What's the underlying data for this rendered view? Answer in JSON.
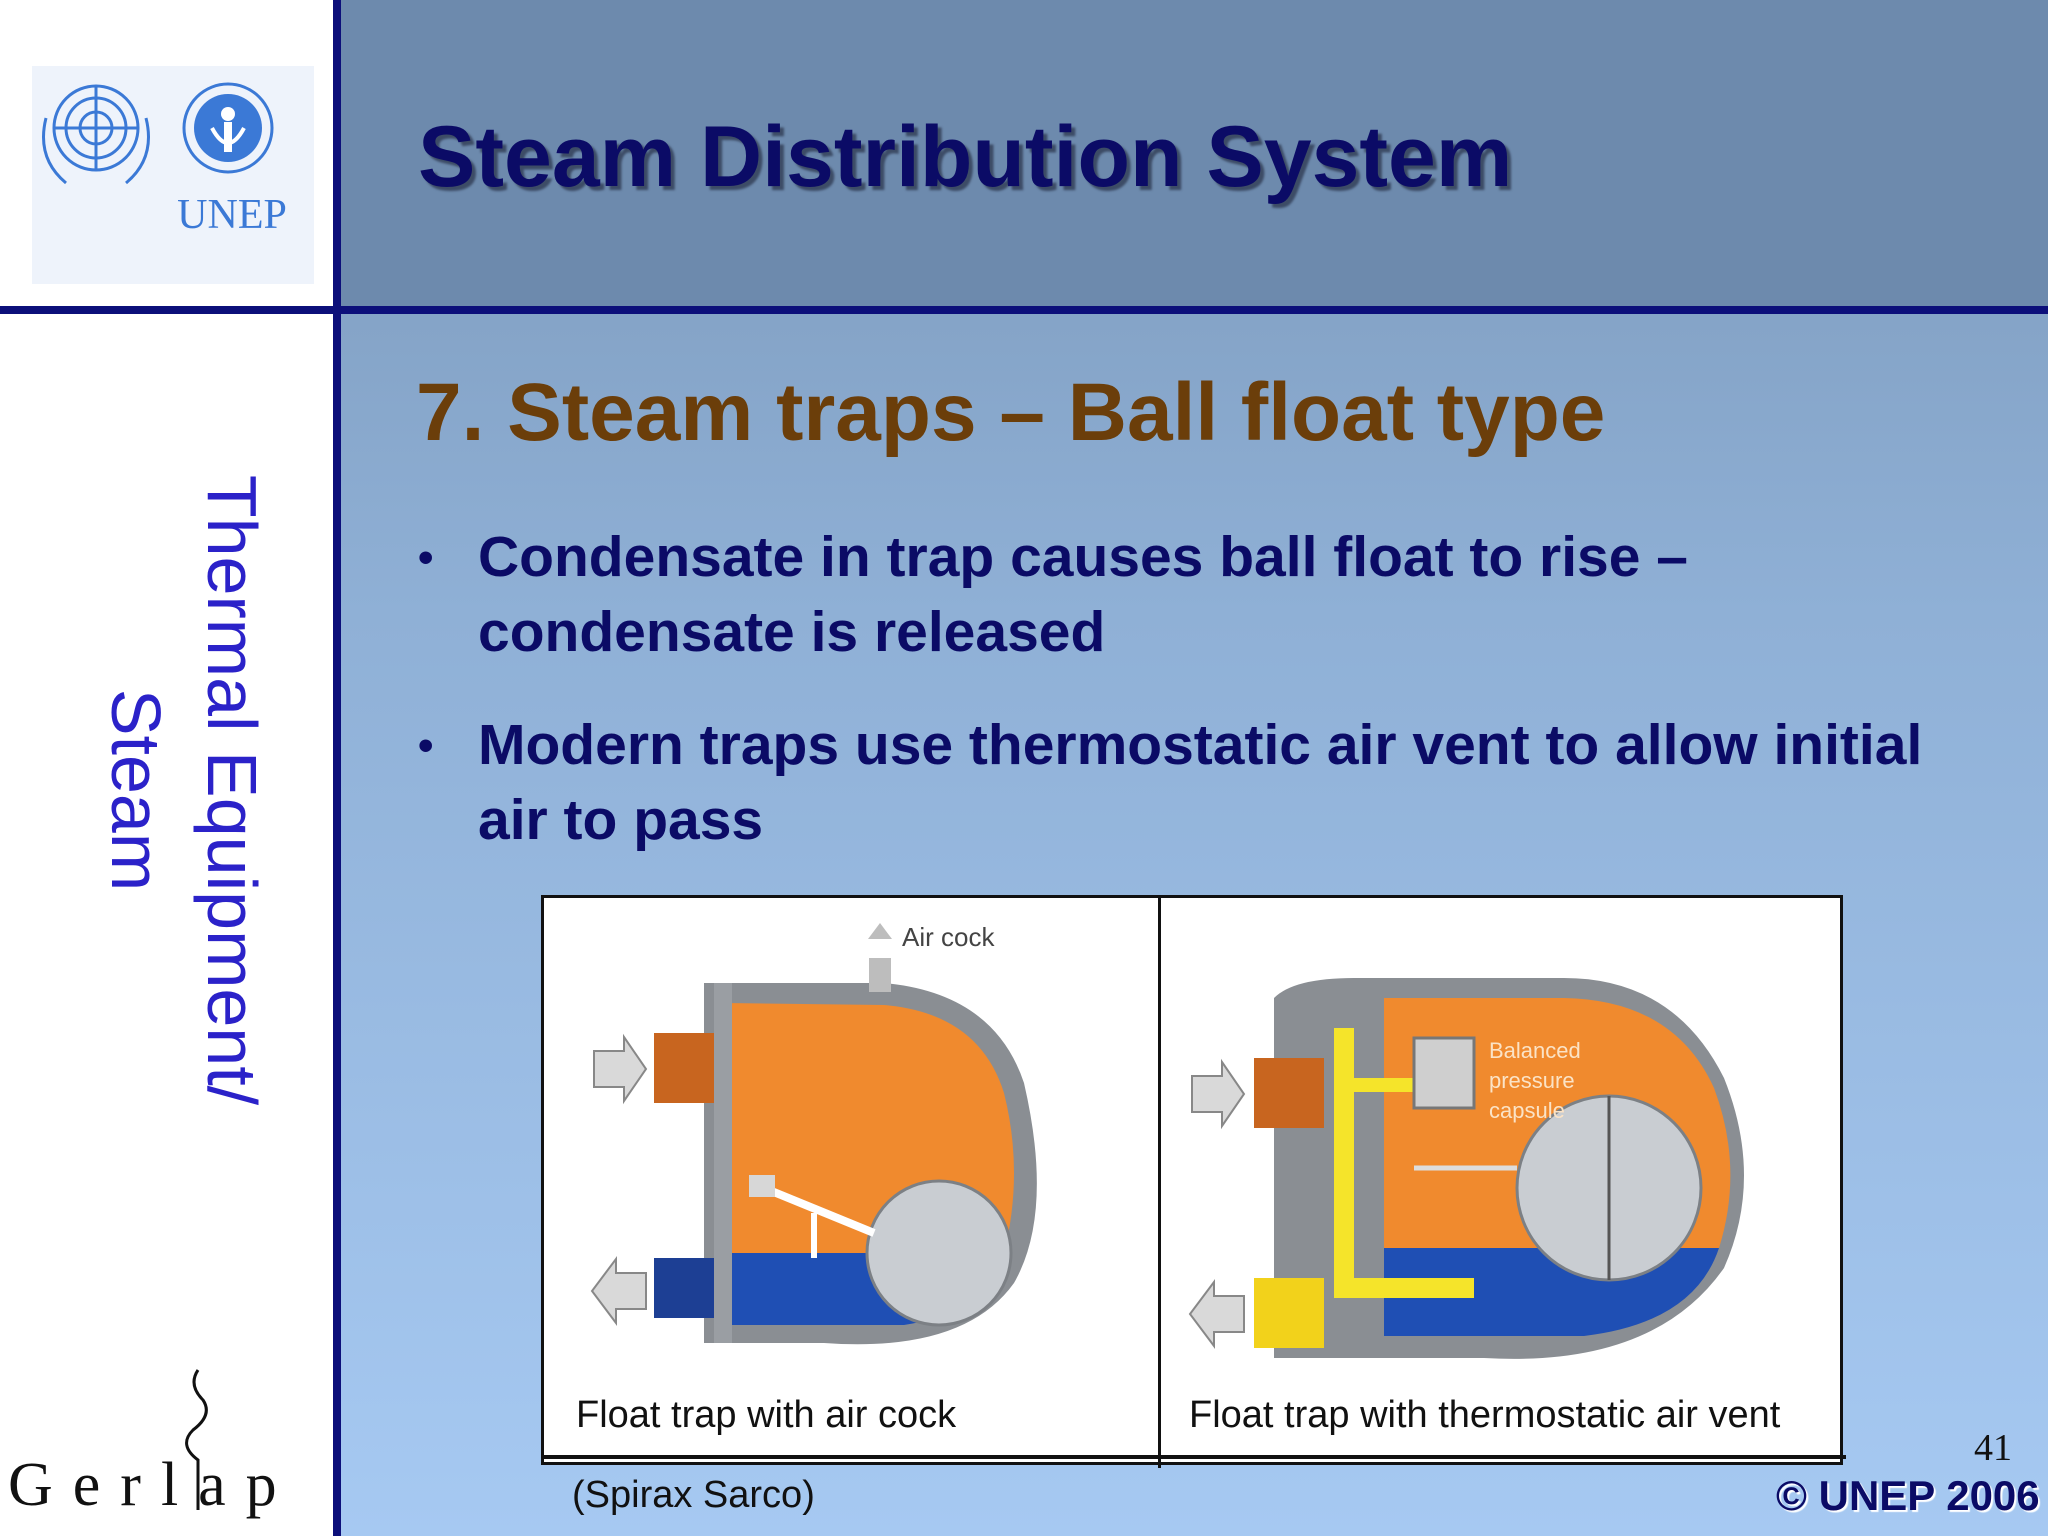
{
  "header": {
    "title": "Steam Distribution System",
    "logo_text": "UNEP"
  },
  "sidebar": {
    "vertical_label_line1": "Thermal Equipment/",
    "vertical_label_line2": "Steam",
    "bottom_logo": "Gerlap"
  },
  "content": {
    "subtitle": "7. Steam traps – Ball float type",
    "bullets": [
      "Condensate in trap causes ball float to rise – condensate is released",
      "Modern traps use thermostatic air vent to allow initial air to pass"
    ]
  },
  "figure": {
    "left_caption": "Float trap with air cock",
    "right_caption": "Float trap with thermostatic air vent",
    "left_label": "Air cock",
    "right_label_1": "Balanced",
    "right_label_2": "pressure",
    "right_label_3": "capsule"
  },
  "footer": {
    "source": "(Spirax Sarco)",
    "page_number": "41",
    "copyright": "© UNEP 2006"
  },
  "colors": {
    "title": "#0b0b66",
    "subtitle": "#6b3e0a",
    "frame_lines": "#0c0f7a",
    "side_text": "#2b22c9",
    "steam_orange": "#f08a2e",
    "condensate_blue": "#1f4fb4",
    "body_grey": "#8a8e93"
  }
}
